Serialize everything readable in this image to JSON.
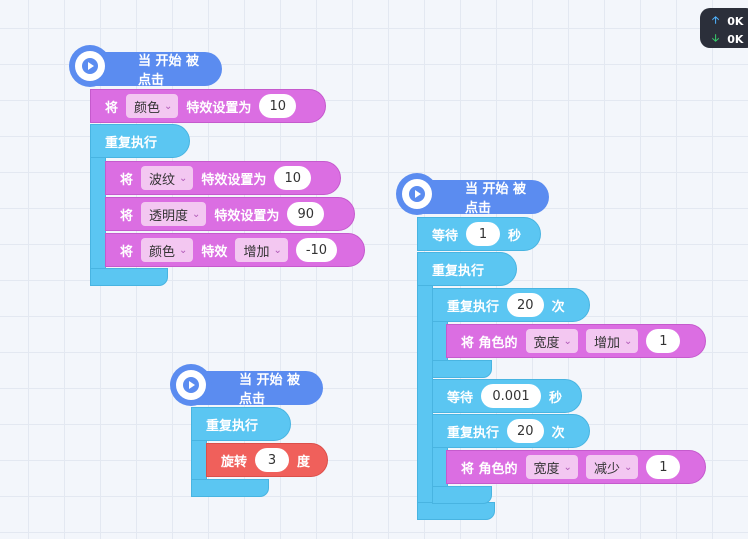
{
  "speed_widget": {
    "upload": "0K",
    "download": "0K",
    "up_arrow": "up-arrow-icon",
    "down_arrow": "down-arrow-icon"
  },
  "colors": {
    "event": "#5b8cf0",
    "looks": "#db6ee2",
    "control": "#5bc6f2",
    "motion": "#f0605b",
    "canvas": "#f3f6fb"
  },
  "script1": {
    "hat": "当 开始 被点击",
    "set_effect": {
      "prefix": "将",
      "dropdown": "颜色",
      "mid": "特效设置为",
      "value": "10"
    },
    "forever": "重复执行",
    "inner": [
      {
        "prefix": "将",
        "dropdown": "波纹",
        "mid": "特效设置为",
        "value": "10"
      },
      {
        "prefix": "将",
        "dropdown": "透明度",
        "mid": "特效设置为",
        "value": "90"
      },
      {
        "prefix": "将",
        "dropdown": "颜色",
        "mid": "特效",
        "dropdown2": "增加",
        "value": "-10"
      }
    ]
  },
  "script2": {
    "hat": "当 开始 被点击",
    "forever": "重复执行",
    "turn": {
      "prefix": "旋转",
      "value": "3",
      "suffix": "度"
    }
  },
  "script3": {
    "hat": "当 开始 被点击",
    "wait1": {
      "prefix": "等待",
      "value": "1",
      "suffix": "秒"
    },
    "forever": "重复执行",
    "repeat1": {
      "prefix": "重复执行",
      "value": "20",
      "suffix": "次"
    },
    "change1": {
      "prefix": "将 角色的",
      "dropdown": "宽度",
      "dropdown2": "增加",
      "value": "1"
    },
    "wait2": {
      "prefix": "等待",
      "value": "0.001",
      "suffix": "秒"
    },
    "repeat2": {
      "prefix": "重复执行",
      "value": "20",
      "suffix": "次"
    },
    "change2": {
      "prefix": "将 角色的",
      "dropdown": "宽度",
      "dropdown2": "减少",
      "value": "1"
    }
  }
}
